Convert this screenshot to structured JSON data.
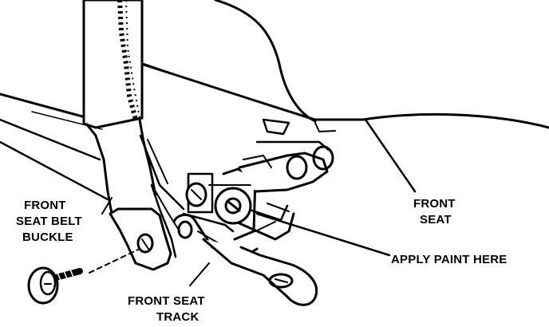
{
  "diagram": {
    "colors": {
      "ink": "#000000",
      "paper": "#ffffff"
    },
    "labels": {
      "front_seat_belt_buckle": [
        "FRONT",
        "SEAT BELT",
        "BUCKLE"
      ],
      "front_seat": [
        "FRONT",
        "SEAT"
      ],
      "apply_paint_here": "APPLY PAINT HERE",
      "front_seat_track": [
        "FRONT SEAT",
        "TRACK"
      ]
    },
    "parts": [
      "seat-belt-strap",
      "seat-cushion",
      "buckle-bracket",
      "mounting-bolt",
      "seat-track-bracket",
      "seat-track-foot",
      "seat-pivot-hardware"
    ]
  }
}
